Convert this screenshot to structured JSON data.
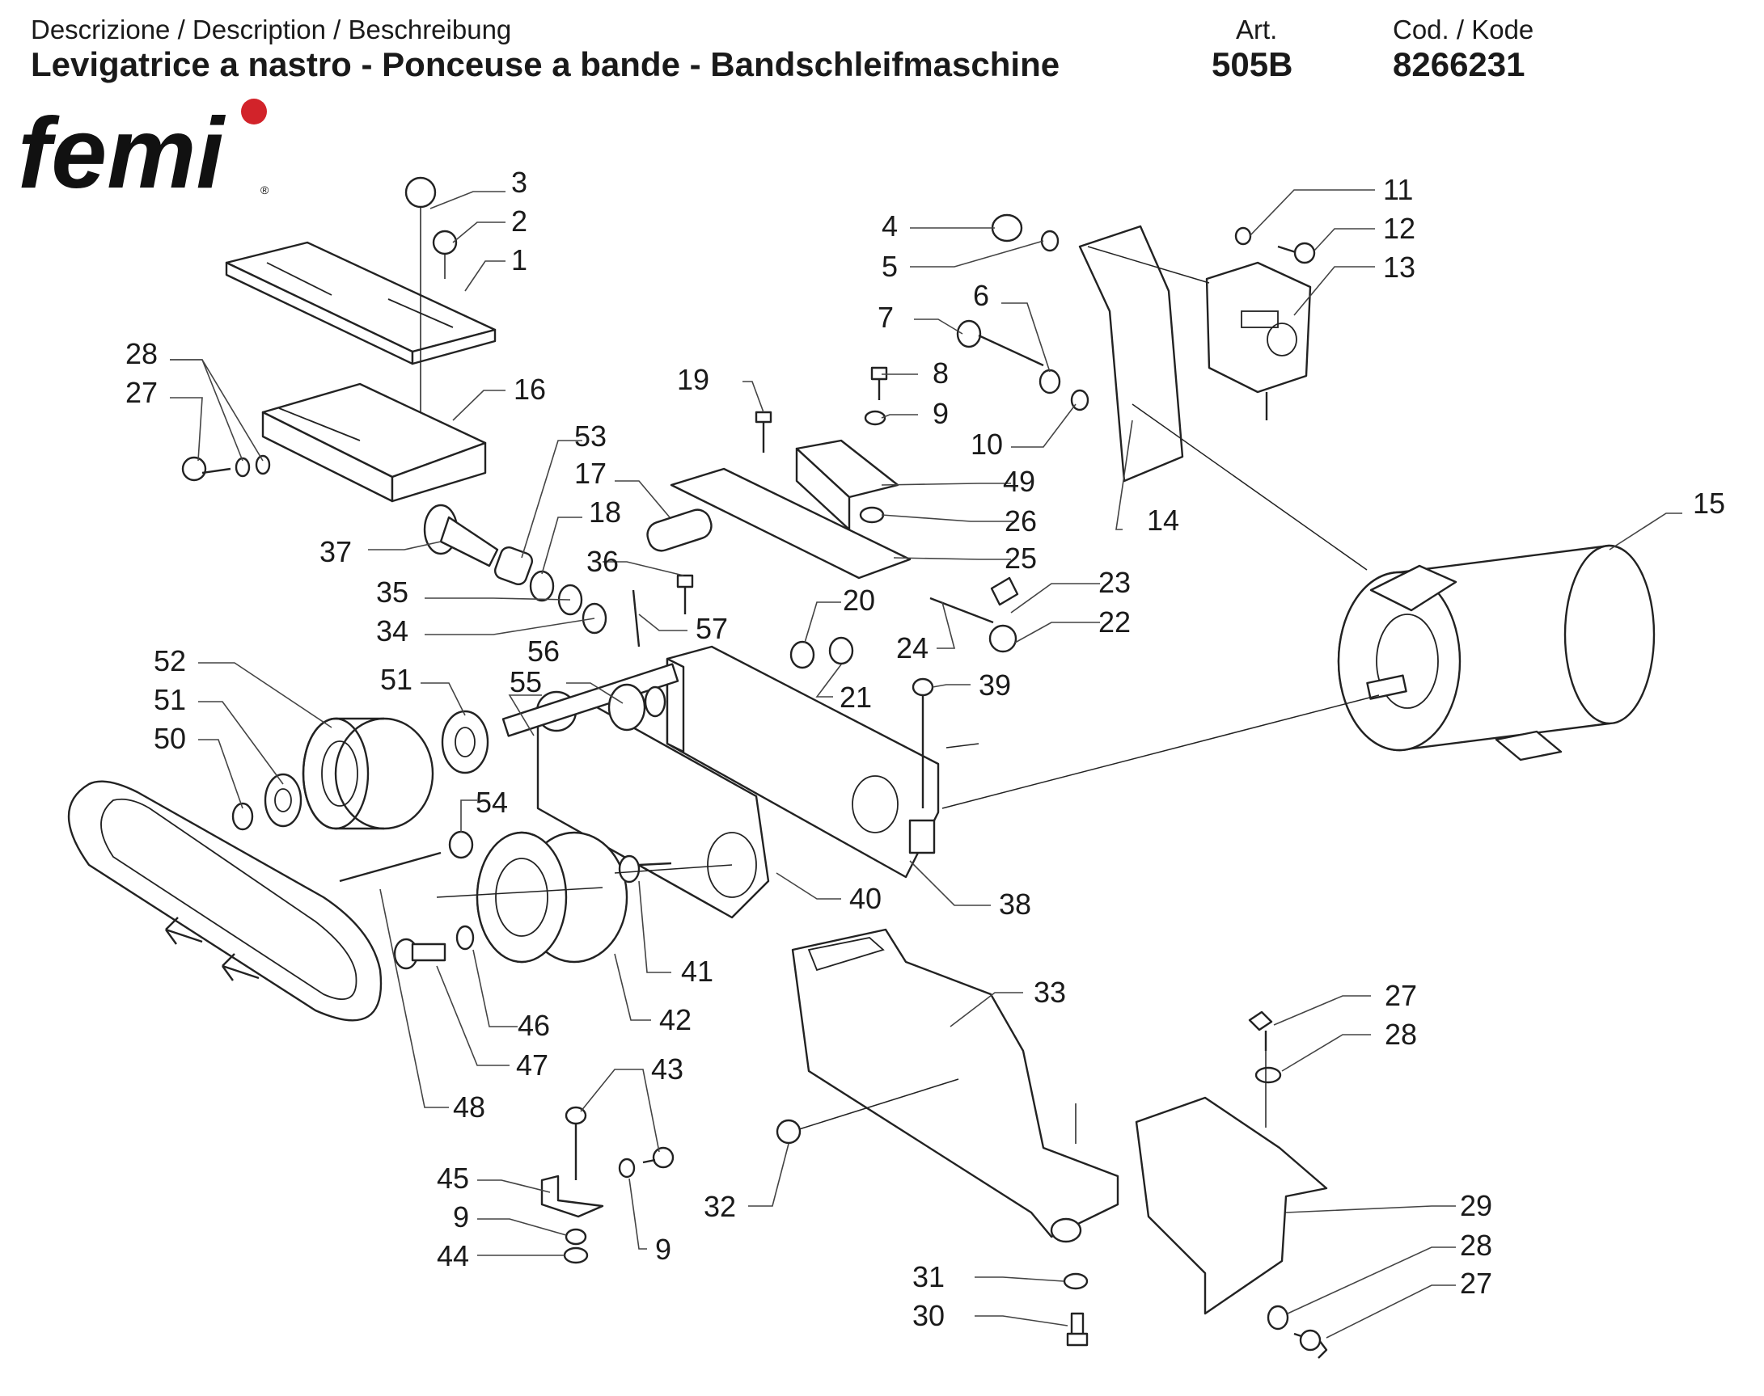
{
  "header": {
    "description_label": "Descrizione / Description / Beschreibung",
    "description_value": "Levigatrice a nastro - Ponceuse a bande -  Bandschleifmaschine",
    "art_label": "Art.",
    "art_value": "505B",
    "code_label": "Cod. / Kode",
    "code_value": "8266231"
  },
  "logo": {
    "text": "femi",
    "accent_color": "#d2232a"
  },
  "colors": {
    "ink": "#1a1a1a",
    "paper": "#ffffff",
    "logo_red": "#d2232a"
  },
  "callouts": [
    {
      "id": "c3",
      "label": "3"
    },
    {
      "id": "c2",
      "label": "2"
    },
    {
      "id": "c1",
      "label": "1"
    },
    {
      "id": "c28a",
      "label": "28"
    },
    {
      "id": "c27a",
      "label": "27"
    },
    {
      "id": "c16",
      "label": "16"
    },
    {
      "id": "c53",
      "label": "53"
    },
    {
      "id": "c17",
      "label": "17"
    },
    {
      "id": "c18",
      "label": "18"
    },
    {
      "id": "c19",
      "label": "19"
    },
    {
      "id": "c37",
      "label": "37"
    },
    {
      "id": "c36",
      "label": "36"
    },
    {
      "id": "c35",
      "label": "35"
    },
    {
      "id": "c34",
      "label": "34"
    },
    {
      "id": "c57",
      "label": "57"
    },
    {
      "id": "c20",
      "label": "20"
    },
    {
      "id": "c21",
      "label": "21"
    },
    {
      "id": "c56",
      "label": "56"
    },
    {
      "id": "c55",
      "label": "55"
    },
    {
      "id": "c52",
      "label": "52"
    },
    {
      "id": "c51a",
      "label": "51"
    },
    {
      "id": "c51b",
      "label": "51"
    },
    {
      "id": "c50",
      "label": "50"
    },
    {
      "id": "c54",
      "label": "54"
    },
    {
      "id": "c4",
      "label": "4"
    },
    {
      "id": "c5",
      "label": "5"
    },
    {
      "id": "c7",
      "label": "7"
    },
    {
      "id": "c6",
      "label": "6"
    },
    {
      "id": "c8",
      "label": "8"
    },
    {
      "id": "c9a",
      "label": "9"
    },
    {
      "id": "c10",
      "label": "10"
    },
    {
      "id": "c49",
      "label": "49"
    },
    {
      "id": "c26",
      "label": "26"
    },
    {
      "id": "c25",
      "label": "25"
    },
    {
      "id": "c14",
      "label": "14"
    },
    {
      "id": "c11",
      "label": "11"
    },
    {
      "id": "c12",
      "label": "12"
    },
    {
      "id": "c13",
      "label": "13"
    },
    {
      "id": "c15",
      "label": "15"
    },
    {
      "id": "c23",
      "label": "23"
    },
    {
      "id": "c22",
      "label": "22"
    },
    {
      "id": "c24",
      "label": "24"
    },
    {
      "id": "c39",
      "label": "39"
    },
    {
      "id": "c40",
      "label": "40"
    },
    {
      "id": "c38",
      "label": "38"
    },
    {
      "id": "c41",
      "label": "41"
    },
    {
      "id": "c42",
      "label": "42"
    },
    {
      "id": "c46",
      "label": "46"
    },
    {
      "id": "c47",
      "label": "47"
    },
    {
      "id": "c48",
      "label": "48"
    },
    {
      "id": "c43",
      "label": "43"
    },
    {
      "id": "c45",
      "label": "45"
    },
    {
      "id": "c9b",
      "label": "9"
    },
    {
      "id": "c44",
      "label": "44"
    },
    {
      "id": "c9c",
      "label": "9"
    },
    {
      "id": "c33",
      "label": "33"
    },
    {
      "id": "c32",
      "label": "32"
    },
    {
      "id": "c31",
      "label": "31"
    },
    {
      "id": "c30",
      "label": "30"
    },
    {
      "id": "c27b",
      "label": "27"
    },
    {
      "id": "c28b",
      "label": "28"
    },
    {
      "id": "c29",
      "label": "29"
    },
    {
      "id": "c28c",
      "label": "28"
    },
    {
      "id": "c27c",
      "label": "27"
    }
  ]
}
